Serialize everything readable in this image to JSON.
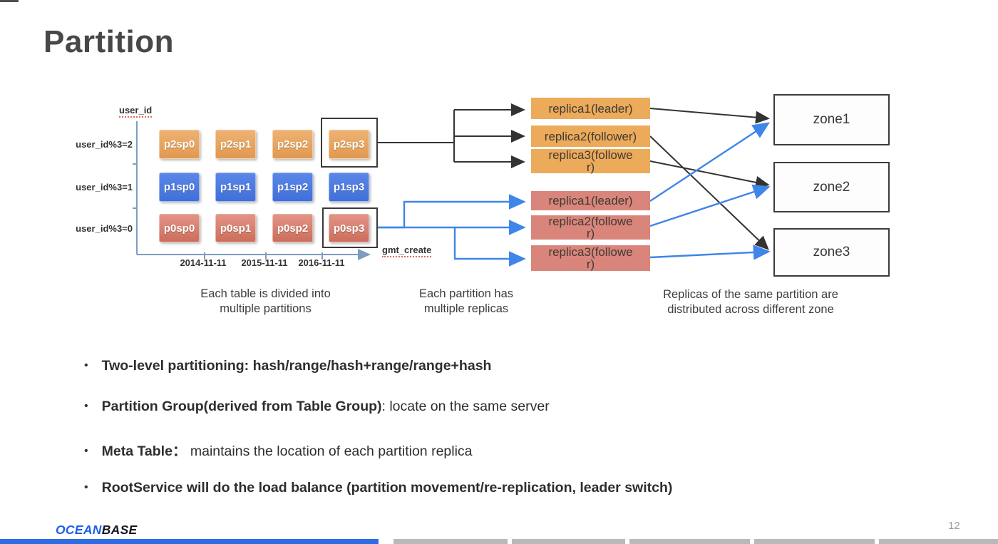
{
  "slide": {
    "title": "Partition",
    "page_number": "12"
  },
  "logo": {
    "ocean": "OCEAN",
    "base": "BASE"
  },
  "diagram": {
    "axes": {
      "y_label": "user_id",
      "x_label": "gmt_create"
    },
    "row_labels": [
      "user_id%3=2",
      "user_id%3=1",
      "user_id%3=0"
    ],
    "x_ticks": [
      "2014-11-11",
      "2015-11-11",
      "2016-11-11"
    ],
    "grid_cells": [
      "p2sp0",
      "p2sp1",
      "p2sp2",
      "p2sp3",
      "p1sp0",
      "p1sp1",
      "p1sp2",
      "p1sp3",
      "p0sp0",
      "p0sp1",
      "p0sp2",
      "p0sp3"
    ],
    "replica_groups": [
      {
        "color": "#ecaa5b",
        "items": [
          "replica1(leader)",
          "replica2(follower)",
          "replica3(followe\nr)"
        ]
      },
      {
        "color": "#d9857b",
        "items": [
          "replica1(leader)",
          "replica2(followe\nr)",
          "replica3(followe\nr)"
        ]
      }
    ],
    "zones": [
      "zone1",
      "zone2",
      "zone3"
    ],
    "captions": [
      "Each table is divided into\nmultiple partitions",
      "Each partition has\nmultiple replicas",
      "Replicas of the same partition are\ndistributed across different zone"
    ]
  },
  "bullets": [
    {
      "bold": "Two-level partitioning: hash/range/hash+range/range+hash",
      "rest": ""
    },
    {
      "bold": "Partition Group(derived from Table Group)",
      "rest": ": locate on the same server"
    },
    {
      "bold": "Meta Table：",
      "rest": " maintains the location of each partition replica"
    },
    {
      "bold": "RootService will do the load balance (partition movement/re-replication, leader switch)",
      "rest": ""
    }
  ],
  "colors": {
    "partition_orange": "#ecaa5b",
    "partition_blue": "#4a7ce2",
    "partition_salmon": "#d9857b",
    "connector_black": "#333333",
    "connector_blue": "#3f85ea",
    "axis_blue": "#7d9cc0",
    "progress_played_blue": "#2d6ce4",
    "progress_remaining_gray": "#b9b9b9",
    "logo_blue": "#1d60e8"
  }
}
